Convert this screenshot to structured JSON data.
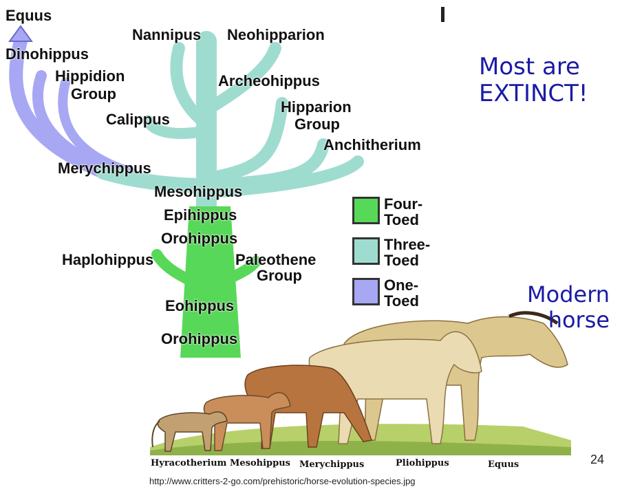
{
  "tree": {
    "labels": {
      "equus": "Equus",
      "dinohippus": "Dinohippus",
      "hippidion_group_1": "Hippidion",
      "hippidion_group_2": "Group",
      "nannipus": "Nannipus",
      "neohipparion": "Neohipparion",
      "archeohippus": "Archeohippus",
      "calippus": "Calippus",
      "hipparion_group_1": "Hipparion",
      "hipparion_group_2": "Group",
      "anchitherium": "Anchitherium",
      "merychippus": "Merychippus",
      "mesohippus": "Mesohippus",
      "epihippus": "Epihippus",
      "orohippus_upper": "Orohippus",
      "haplohippus": "Haplohippus",
      "paleothene_group_1": "Paleothene",
      "paleothene_group_2": "Group",
      "eohippus": "Eohippus",
      "orohippus_lower": "Orohippus"
    },
    "colors": {
      "four_toed": "#58d858",
      "three_toed": "#9fdcd0",
      "one_toed": "#a7a7f4"
    }
  },
  "legend": {
    "four_toed_1": "Four-",
    "four_toed_2": "Toed",
    "three_toed_1": "Three-",
    "three_toed_2": "Toed",
    "one_toed_1": "One-",
    "one_toed_2": "Toed"
  },
  "callouts": {
    "extinct_line1": "Most are",
    "extinct_line2": "EXTINCT!",
    "modern_line1": "Modern",
    "modern_line2": "horse"
  },
  "illustration": {
    "captions": [
      "Hyracotherium",
      "Mesohippus",
      "Merychippus",
      "Pliohippus",
      "Equus"
    ]
  },
  "page_number": "24",
  "source_url": "http://www.critters-2-go.com/prehistoric/horse-evolution-species.jpg"
}
